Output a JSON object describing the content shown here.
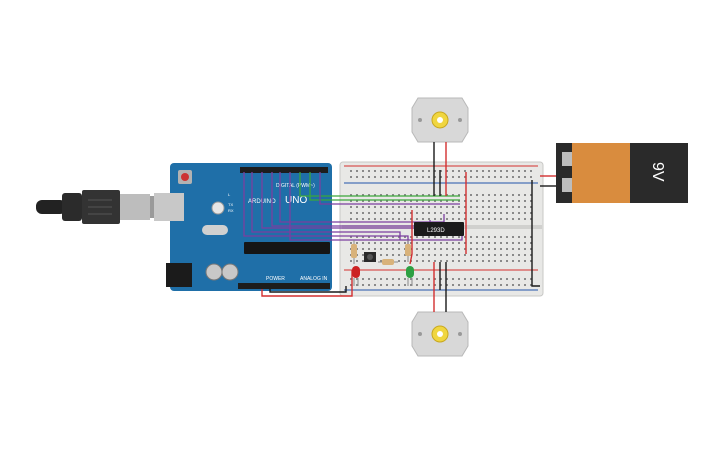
{
  "arduino": {
    "brand": "ARDUINO",
    "model": "UNO",
    "digital_label": "DIGITAL (PWM~)",
    "power_label": "POWER",
    "analog_label": "ANALOG IN",
    "tx_label": "TX",
    "rx_label": "RX",
    "l_label": "L"
  },
  "ic": {
    "label": "L293D"
  },
  "battery": {
    "label": "9V"
  },
  "colors": {
    "arduino_board": "#1f6fa8",
    "breadboard": "#e8e8e6",
    "wire_red": "#d32f2f",
    "wire_black": "#1a1a1a",
    "wire_purple": "#7b3fa0",
    "wire_green": "#3aa63a",
    "battery_body": "#d98c3e",
    "battery_top": "#2a2a2a",
    "motor_body": "#d8d8d8",
    "motor_hub": "#f0d640",
    "led_red": "#cc2222",
    "led_green": "#2ea043"
  }
}
